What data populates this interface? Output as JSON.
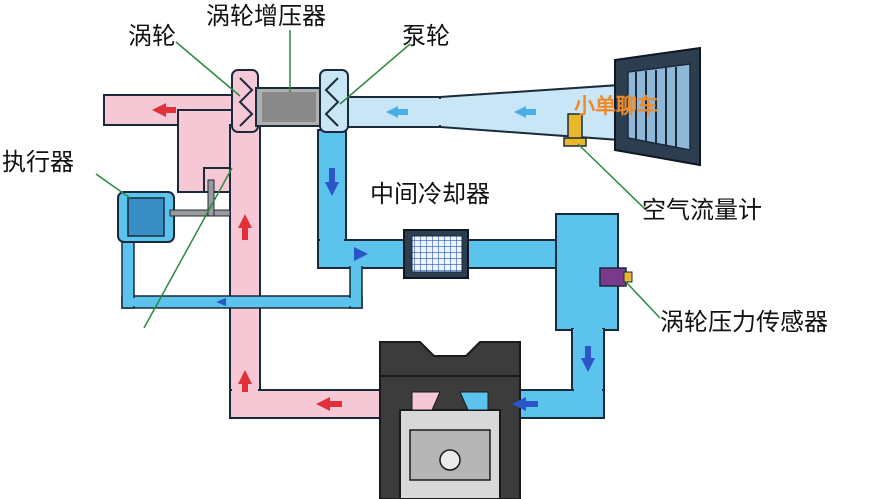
{
  "diagram": {
    "labels": {
      "turbine": "涡轮",
      "turbocharger": "涡轮增压器",
      "compressor": "泵轮",
      "actuator": "执行器",
      "intercooler": "中间冷却器",
      "airflow_meter": "空气流量计",
      "boost_sensor": "涡轮压力传感器"
    },
    "watermark": "小单聊车",
    "colors": {
      "exhaust_pipe": "#f6c8d6",
      "intake_pipe": "#5bc3ec",
      "cool_air_pipe": "#c8e6f5",
      "pipe_outline": "#1a2a3a",
      "exhaust_arrow": "#e0303a",
      "intake_arrow": "#2a56c8",
      "cool_arrow": "#4aaee8",
      "engine": "#3c3c3c",
      "turbo_body": "#b0b0b0"
    }
  }
}
